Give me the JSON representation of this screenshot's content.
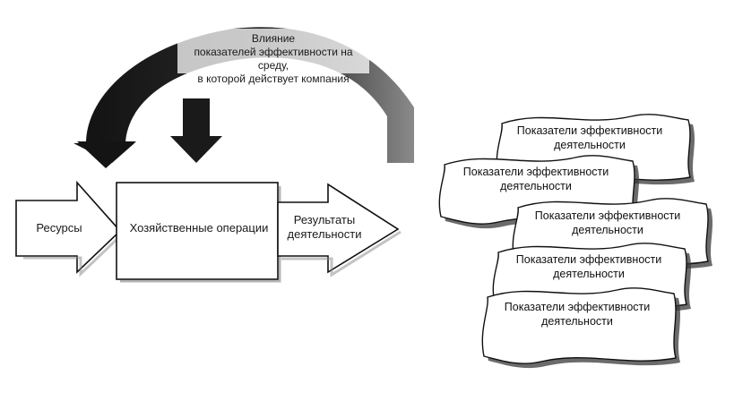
{
  "influence": {
    "line1": "Влияние",
    "line2": "показателей эффективности на среду,",
    "line3": "в которой действует компания"
  },
  "flow": {
    "resources": "Ресурсы",
    "operations": "Хозяйственные операции",
    "results_line1": "Результаты",
    "results_line2": "деятельности"
  },
  "indicators": [
    {
      "line1": "Показатели",
      "line2": "эффективности деятельности"
    },
    {
      "line1": "Показатели",
      "line2": "эффективности деятельности"
    },
    {
      "line1": "Показатели",
      "line2": "эффективности деятельности"
    },
    {
      "line1": "Показатели",
      "line2": "эффективности деятельности"
    },
    {
      "line1": "Показатели",
      "line2": "эффективности деятельности"
    }
  ],
  "colors": {
    "ink": "#111111",
    "paper": "#ffffff",
    "shadow": "#1f1f1f",
    "grey": "#6e6e6e"
  }
}
